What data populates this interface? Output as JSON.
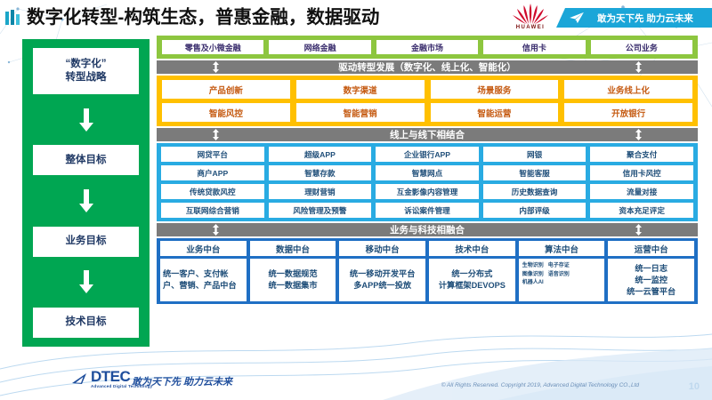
{
  "header": {
    "title": "数字化转型-构筑生态，普惠金融，数据驱动",
    "brand_name": "HUAWEI",
    "banner_slogan": "敢为天下先 助力云未来",
    "accent_color": "#1BA6D8",
    "brand_color": "#CF0A2C"
  },
  "sidebar": {
    "bg_color": "#00A652",
    "items": [
      {
        "label": "“数字化”\n转型战略"
      },
      {
        "label": "整体目标"
      },
      {
        "label": "业务目标"
      },
      {
        "label": "技术目标"
      }
    ]
  },
  "business_strip": {
    "bg_color": "#8DC63F",
    "cells": [
      "零售及小微金融",
      "网络金融",
      "金融市场",
      "信用卡",
      "公司业务"
    ]
  },
  "connectors": [
    {
      "label": "驱动转型发展（数字化、线上化、智能化）"
    },
    {
      "label": "线上与线下相结合"
    },
    {
      "label": "业务与科技相融合"
    }
  ],
  "orange_block": {
    "bg_color": "#FFC000",
    "text_color": "#C55A11",
    "rows": [
      [
        "产品创新",
        "数字渠道",
        "场景服务",
        "业务线上化"
      ],
      [
        "智能风控",
        "智能营销",
        "智能运营",
        "开放银行"
      ]
    ]
  },
  "blue_block": {
    "bg_color": "#29ABE2",
    "text_color": "#1F4E79",
    "rows": [
      [
        "网贷平台",
        "超级APP",
        "企业银行APP",
        "网银",
        "聚合支付"
      ],
      [
        "商户APP",
        "智慧存款",
        "智慧网点",
        "智能客服",
        "信用卡风控"
      ],
      [
        "传统贷款风控",
        "理财营销",
        "互金影像内容管理",
        "历史数据查询",
        "流量对接"
      ],
      [
        "互联网综合营销",
        "风险管理及预警",
        "诉讼案件管理",
        "内部评级",
        "资本充足评定"
      ]
    ]
  },
  "platform_block": {
    "bg_color": "#1F6FC4",
    "columns": [
      {
        "head": "业务中台",
        "body": "统一客户、支付帐户、营销、产品中台",
        "style": "left"
      },
      {
        "head": "数据中台",
        "body": "统一数据规范\n统一数据集市",
        "style": "center"
      },
      {
        "head": "移动中台",
        "body": "统一移动开发平台\n多APP统一投放",
        "style": "center"
      },
      {
        "head": "技术中台",
        "body": "统一分布式\n计算框架DEVOPS",
        "style": "center"
      },
      {
        "head": "算法中台",
        "style": "algo",
        "algo_items": [
          "生物识别",
          "电子存证",
          "图像识别",
          "语音识别",
          "机器人AI"
        ]
      },
      {
        "head": "运营中台",
        "body": "统一日志\n统一监控\n统一云管平台",
        "style": "center"
      }
    ]
  },
  "footer": {
    "logo_name": "DTEC",
    "logo_sub": "Advanced Digital Technology",
    "slogan": "敢为天下先   助力云未来",
    "copyright": "© All Rights Reserved. Copyright 2019, Advanced Digital Technology CO.,Ltd",
    "page_number": "10"
  }
}
